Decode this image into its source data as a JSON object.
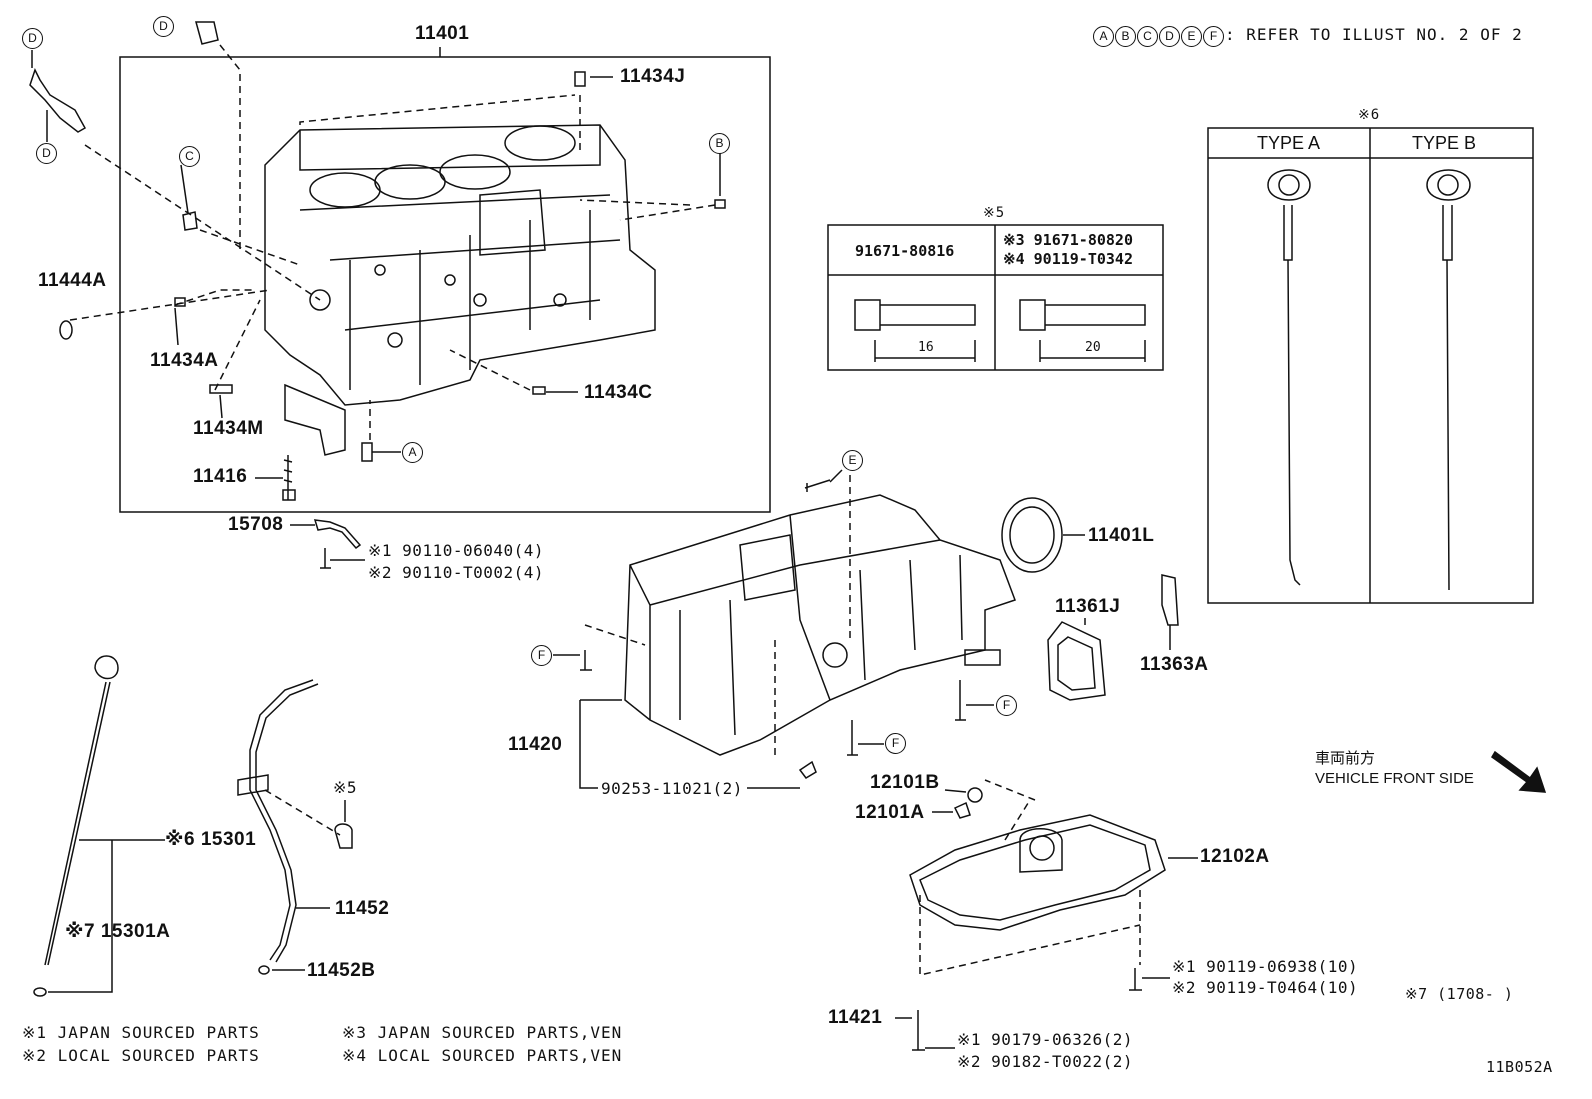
{
  "header": {
    "refer_codes": [
      "A",
      "B",
      "C",
      "D",
      "E",
      "F"
    ],
    "refer_text": ": REFER TO ILLUST NO. 2 OF 2"
  },
  "parts": {
    "p11401": "11401",
    "p11434J": "11434J",
    "p11444A": "11444A",
    "p11434A": "11434A",
    "p11434M": "11434M",
    "p11434C": "11434C",
    "p11416": "11416",
    "p15708": "15708",
    "p15708_bolt1": "※1 90110-06040(4)",
    "p15708_bolt2": "※2 90110-T0002(4)",
    "p15301": "※6 15301",
    "p15301A": "※7 15301A",
    "p5": "※5",
    "p11452": "11452",
    "p11452B": "11452B",
    "p11420": "11420",
    "p90253": "90253-11021(2)",
    "p11401L": "11401L",
    "p11361J": "11361J",
    "p11363A": "11363A",
    "p12101B": "12101B",
    "p12101A": "12101A",
    "p12102A": "12102A",
    "p11421": "11421",
    "pan_bolt1": "※1 90119-06938(10)",
    "pan_bolt2": "※2 90119-T0464(10)",
    "drain_bolt1": "※1 90179-06326(2)",
    "drain_bolt2": "※2 90182-T0022(2)",
    "note7": "※7 (1708-     )",
    "code": "11B052A"
  },
  "bolt_table": {
    "title": "※5",
    "col1_part": "91671-80816",
    "col2_part1": "※3 91671-80820",
    "col2_part2": "※4 90119-T0342",
    "col1_len": "16",
    "col2_len": "20"
  },
  "type_table": {
    "title": "※6",
    "col1": "TYPE A",
    "col2": "TYPE B"
  },
  "direction": {
    "jp": "車両前方",
    "en": "VEHICLE FRONT SIDE"
  },
  "legend": {
    "l1": "※1 JAPAN SOURCED PARTS",
    "l2": "※2 LOCAL SOURCED PARTS",
    "l3": "※3 JAPAN SOURCED PARTS,VEN",
    "l4": "※4 LOCAL SOURCED PARTS,VEN"
  },
  "colors": {
    "ink": "#111111",
    "background": "#ffffff"
  }
}
